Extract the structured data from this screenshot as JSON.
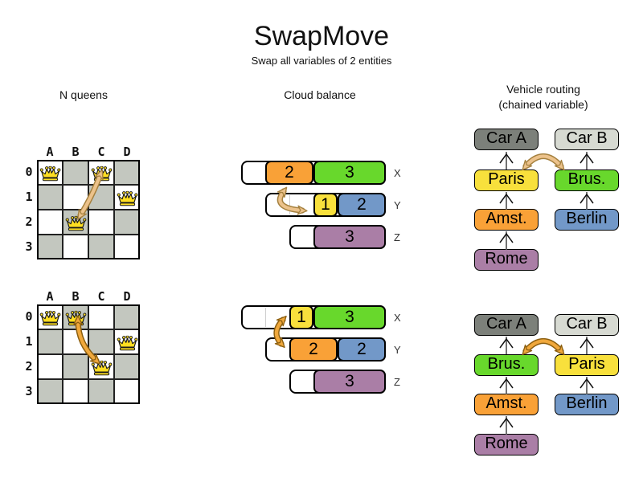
{
  "title": "SwapMove",
  "subtitle": "Swap all variables of 2 entities",
  "columns": {
    "nqueens": "N queens",
    "cloud": "Cloud balance",
    "vehicle_line1": "Vehicle routing",
    "vehicle_line2": "(chained variable)"
  },
  "colors": {
    "orange": "#f9a137",
    "green": "#68d82c",
    "yellow": "#f8e03c",
    "blue": "#7298c8",
    "purple": "#aa7ea6",
    "car_a": "#7c807a",
    "car_b": "#d7dad2",
    "board_dark_cell": "#c3c7bf",
    "queen_gold": "#ffde21",
    "arrow_before_fill": "#ecc28b",
    "arrow_before_stroke": "#a5813f",
    "arrow_after_fill": "#f0a83c",
    "arrow_after_stroke": "#8c5f10"
  },
  "nqueens": {
    "icon": "queen-crown-icon",
    "col_labels": [
      "A",
      "B",
      "C",
      "D"
    ],
    "row_labels": [
      "0",
      "1",
      "2",
      "3"
    ],
    "before": {
      "queens": [
        "A0",
        "C0",
        "D1",
        "B2"
      ],
      "swap": [
        "C0",
        "B2"
      ]
    },
    "after": {
      "queens": [
        "A0",
        "B0",
        "D1",
        "C2"
      ],
      "swap": [
        "B0",
        "C2"
      ]
    }
  },
  "cloud": {
    "before": {
      "rows": [
        {
          "label": "X",
          "offset": 0,
          "width": 6,
          "segments": [
            {
              "units": 1,
              "color": "white"
            },
            {
              "units": 2,
              "color": "orange",
              "value": "2"
            },
            {
              "units": 3,
              "color": "green",
              "value": "3"
            }
          ]
        },
        {
          "label": "Y",
          "offset": 1,
          "width": 5,
          "segments": [
            {
              "units": 2,
              "color": "white"
            },
            {
              "units": 1,
              "color": "yellow",
              "value": "1"
            },
            {
              "units": 2,
              "color": "blue",
              "value": "2"
            }
          ]
        },
        {
          "label": "Z",
          "offset": 2,
          "width": 4,
          "segments": [
            {
              "units": 1,
              "color": "white"
            },
            {
              "units": 3,
              "color": "purple",
              "value": "3"
            }
          ]
        }
      ],
      "swap": [
        "X:2",
        "Y:1"
      ]
    },
    "after": {
      "rows": [
        {
          "label": "X",
          "offset": 0,
          "width": 6,
          "segments": [
            {
              "units": 2,
              "color": "white"
            },
            {
              "units": 1,
              "color": "yellow",
              "value": "1"
            },
            {
              "units": 3,
              "color": "green",
              "value": "3"
            }
          ]
        },
        {
          "label": "Y",
          "offset": 1,
          "width": 5,
          "segments": [
            {
              "units": 1,
              "color": "white"
            },
            {
              "units": 2,
              "color": "orange",
              "value": "2"
            },
            {
              "units": 2,
              "color": "blue",
              "value": "2"
            }
          ]
        },
        {
          "label": "Z",
          "offset": 2,
          "width": 4,
          "segments": [
            {
              "units": 1,
              "color": "white"
            },
            {
              "units": 3,
              "color": "purple",
              "value": "3"
            }
          ]
        }
      ],
      "swap": [
        "X:1",
        "Y:2"
      ]
    }
  },
  "vehicle": {
    "before": {
      "left_chain": [
        {
          "label": "Car A",
          "color": "car_a"
        },
        {
          "label": "Paris",
          "color": "yellow"
        },
        {
          "label": "Amst.",
          "color": "orange"
        },
        {
          "label": "Rome",
          "color": "purple"
        }
      ],
      "right_chain": [
        {
          "label": "Car B",
          "color": "car_b"
        },
        {
          "label": "Brus.",
          "color": "green"
        },
        {
          "label": "Berlin",
          "color": "blue"
        }
      ],
      "swap": [
        "Paris",
        "Brus."
      ]
    },
    "after": {
      "left_chain": [
        {
          "label": "Car A",
          "color": "car_a"
        },
        {
          "label": "Brus.",
          "color": "green"
        },
        {
          "label": "Amst.",
          "color": "orange"
        },
        {
          "label": "Rome",
          "color": "purple"
        }
      ],
      "right_chain": [
        {
          "label": "Car B",
          "color": "car_b"
        },
        {
          "label": "Paris",
          "color": "yellow"
        },
        {
          "label": "Berlin",
          "color": "blue"
        }
      ],
      "swap": [
        "Brus.",
        "Paris"
      ]
    }
  }
}
